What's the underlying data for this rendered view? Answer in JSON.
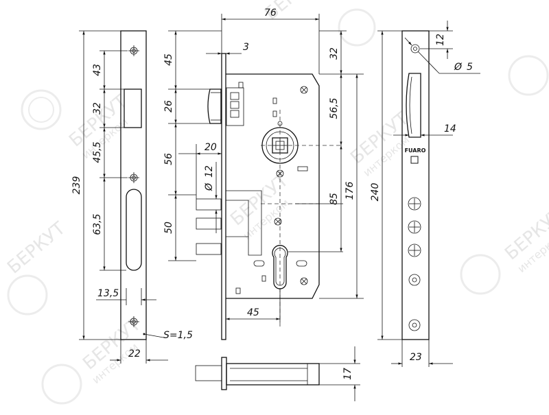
{
  "watermark": {
    "brand": "БЕРКУТ",
    "sub": "интерком"
  },
  "faceplate_front": {
    "dims": {
      "d43": "43",
      "d32": "32",
      "d45_5": "45,5",
      "d63_5": "63,5",
      "d239": "239",
      "d13_5": "13,5",
      "d22": "22",
      "s": "S=1,5"
    }
  },
  "lock_body": {
    "dims": {
      "d76": "76",
      "d3": "3",
      "d45_top": "45",
      "d26": "26",
      "d20": "20",
      "d56": "56",
      "d12": "12",
      "d50": "50",
      "d45_bottom": "45",
      "d32": "32",
      "d56_5": "56,5",
      "d85": "85",
      "d176": "176"
    }
  },
  "side_view": {
    "dims": {
      "d12": "12",
      "d5": "5",
      "d14": "14",
      "d240": "240",
      "d23": "23"
    },
    "brand_label": "FUARO"
  },
  "bottom_view": {
    "dims": {
      "d17": "17"
    }
  }
}
